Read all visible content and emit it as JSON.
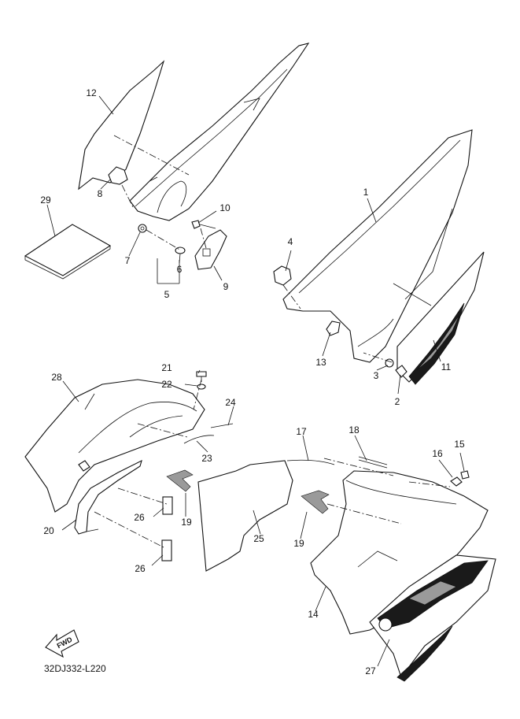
{
  "diagram": {
    "labels": {
      "p1": "1",
      "p2": "2",
      "p3": "3",
      "p4": "4",
      "p5": "5",
      "p6": "6",
      "p7": "7",
      "p8": "8",
      "p9": "9",
      "p10": "10",
      "p11": "11",
      "p12": "12",
      "p13": "13",
      "p14": "14",
      "p15": "15",
      "p16": "16",
      "p17": "17",
      "p18": "18",
      "p19a": "19",
      "p19b": "19",
      "p20": "20",
      "p21": "21",
      "p22": "22",
      "p23": "23",
      "p24": "24",
      "p25": "25",
      "p26a": "26",
      "p26b": "26",
      "p27": "27",
      "p28": "28",
      "p29": "29"
    },
    "fwd_label": "FWD",
    "code": "32DJ332-L220"
  }
}
